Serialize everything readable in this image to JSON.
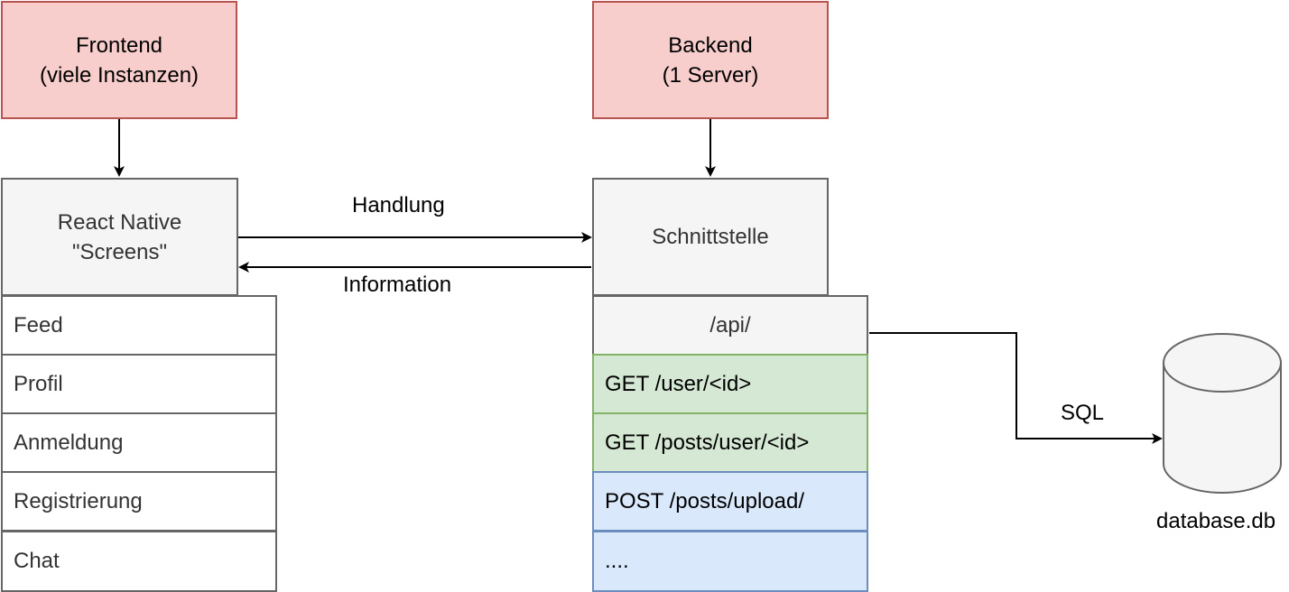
{
  "frontend": {
    "title": "Frontend\n(viele Instanzen)"
  },
  "backend": {
    "title": "Backend\n(1 Server)"
  },
  "screens": {
    "title": "React Native\n\"Screens\"",
    "items": [
      "Feed",
      "Profil",
      "Anmeldung",
      "Registrierung",
      "Chat"
    ]
  },
  "api": {
    "title": "Schnittstelle",
    "header": "/api/",
    "get_endpoints": [
      "GET /user/<id>",
      "GET /posts/user/<id>"
    ],
    "post_endpoints": [
      "POST /posts/upload/",
      "...."
    ]
  },
  "edges": {
    "action": "Handlung",
    "info": "Information",
    "sql": "SQL"
  },
  "database": {
    "label": "database.db"
  },
  "colors": {
    "red_fill": "#f8cecc",
    "red_stroke": "#b85450",
    "grey_fill": "#f5f5f5",
    "grey_stroke": "#666666",
    "green_fill": "#d5e8d4",
    "green_stroke": "#82b366",
    "blue_fill": "#dae8fc",
    "blue_stroke": "#6c8ebf"
  }
}
